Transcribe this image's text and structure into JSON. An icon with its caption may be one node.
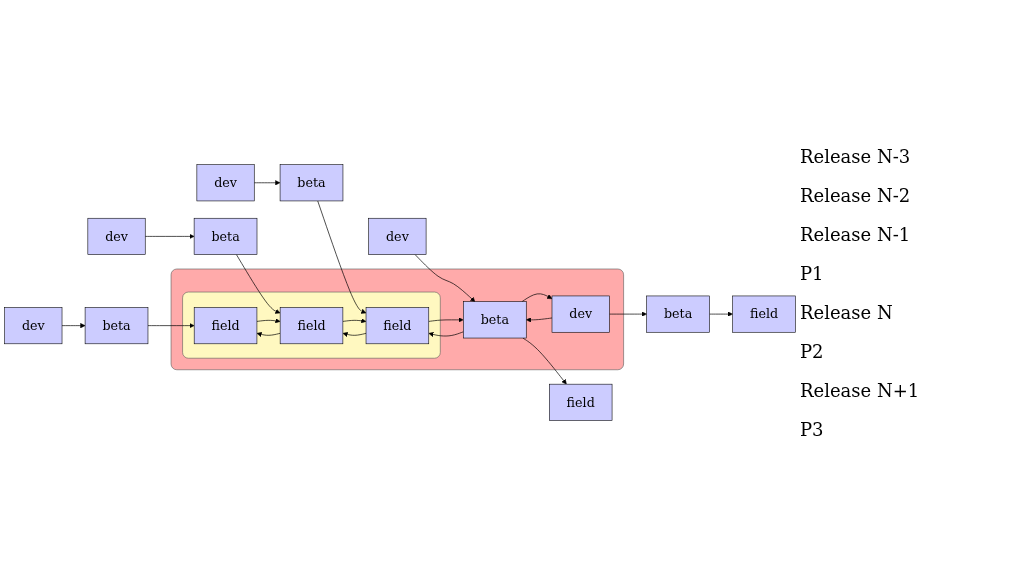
{
  "diagram": {
    "nodes": [
      {
        "text": [],
        "shape": "box"
      },
      {
        "text": [],
        "shape": "box",
        "in": 0
      },
      {
        "text": [
          "dev"
        ]
      },
      {
        "text": [
          "beta"
        ]
      },
      {
        "text": [
          "field"
        ],
        "in": 1
      },
      {
        "text": [
          "dev"
        ]
      },
      {
        "text": [
          "beta"
        ]
      },
      {
        "text": [
          "field"
        ],
        "in": 1
      },
      {
        "text": [
          "dev"
        ]
      },
      {
        "text": [
          "beta"
        ]
      },
      {
        "text": [
          "field"
        ],
        "in": 1
      },
      {
        "text": [
          "dev"
        ]
      },
      {
        "text": [
          "beta"
        ],
        "in": 0
      },
      {
        "text": [
          "field"
        ]
      },
      {
        "text": [
          "dev"
        ],
        "in": 0
      },
      {
        "text": [
          "beta"
        ]
      },
      {
        "text": [
          "field"
        ]
      }
    ],
    "edges": [
      {
        "from": 2,
        "to": 3,
        "arrow": "to"
      },
      {
        "from": 3,
        "to": 4,
        "arrow": "to"
      },
      {
        "from": 5,
        "to": 6,
        "arrow": "to"
      },
      {
        "from": 6,
        "to": 7,
        "arrow": "to"
      },
      {
        "from": 8,
        "to": 9,
        "arrow": "to"
      },
      {
        "from": 9,
        "to": 10,
        "arrow": "to"
      },
      {
        "from": 11,
        "to": 12,
        "arrow": "to"
      },
      {
        "from": 12,
        "to": 13,
        "arrow": "to"
      },
      {
        "from": 14,
        "to": 15,
        "arrow": "to"
      },
      {
        "from": 15,
        "to": 16,
        "arrow": "to"
      },
      {
        "from": 4,
        "to": 7,
        "arrow": "to"
      },
      {
        "from": 7,
        "to": 4,
        "arrow": "to"
      },
      {
        "from": 7,
        "to": 10,
        "arrow": "to"
      },
      {
        "from": 10,
        "to": 7,
        "arrow": "to"
      },
      {
        "from": 10,
        "to": 12,
        "arrow": "to"
      },
      {
        "from": 12,
        "to": 10,
        "arrow": "to"
      },
      {
        "from": 12,
        "to": 14,
        "arrow": "to"
      },
      {
        "from": 14,
        "to": 12,
        "arrow": "to"
      }
    ],
    "labels": [
      "Release N-3",
      "Release N-2",
      "Release N-1",
      "P1",
      "Release N",
      "P2",
      "Release N+1",
      "P3"
    ]
  }
}
